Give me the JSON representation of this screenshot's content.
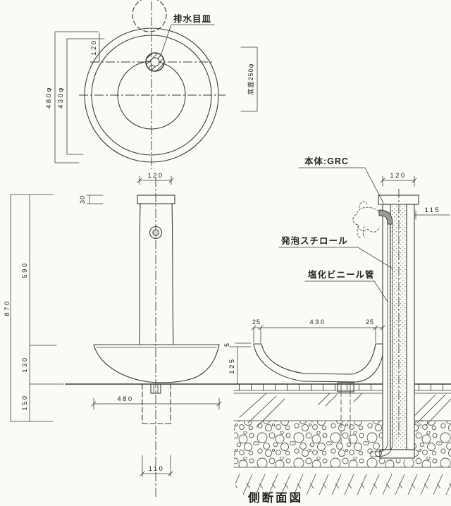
{
  "title": "側断面図",
  "labels": {
    "drain_strainer": "排水目皿",
    "body_material": "本体:GRC",
    "styrofoam": "発泡スチロール",
    "pvc_pipe": "塩化ビニール管"
  },
  "top_view": {
    "outer_diameter": "480φ",
    "middle_diameter": "430φ",
    "bottom_diameter": "底面250φ",
    "drain_offset": "120"
  },
  "front_view": {
    "cap_width": "120",
    "cap_height": "30",
    "shaft_height": "590",
    "total_height": "870",
    "bowl_height": "130",
    "embed_depth": "150",
    "bowl_width": "480",
    "base_width": "110"
  },
  "side_view": {
    "column_width": "120",
    "spout_height": "115",
    "rim_left": "25",
    "bowl_inner_width": "430",
    "rim_right": "25",
    "lip": "5",
    "bowl_depth": "125"
  },
  "colors": {
    "line": "#3c3c3c",
    "paper": "#fbfaf7"
  }
}
